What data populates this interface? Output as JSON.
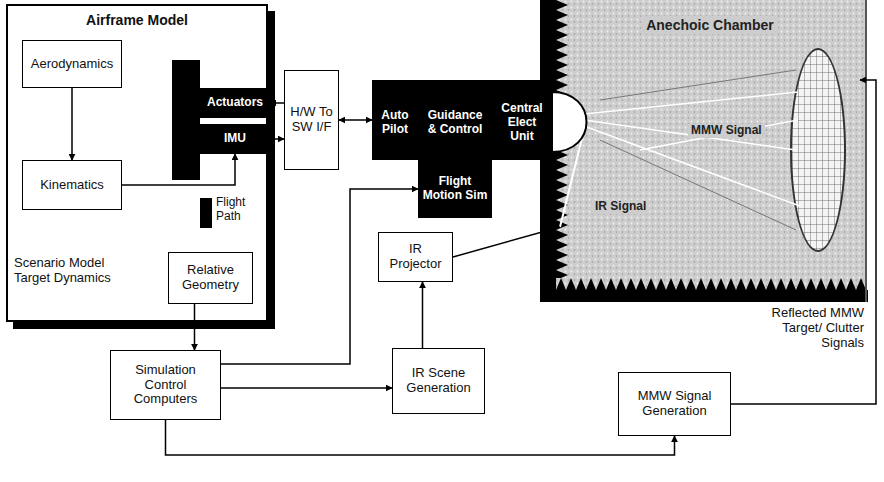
{
  "diagram": {
    "nodes": [
      {
        "text": [
          "Airframe Model"
        ]
      },
      {
        "text": [
          "Aerodynamics"
        ],
        "in": 0
      },
      {
        "text": [
          "Kinematics"
        ],
        "in": 0
      },
      {
        "text": [
          "Actuators"
        ],
        "in": 0
      },
      {
        "text": [
          "IMU"
        ],
        "in": 0
      },
      {
        "text": [
          "Relative Geometry"
        ],
        "in": 0
      },
      {
        "text": [
          "H/W To SW I/F"
        ]
      },
      {
        "text": [
          "Auto Pilot"
        ]
      },
      {
        "text": [
          "Guidance & Control"
        ]
      },
      {
        "text": [
          "Central Elect Unit"
        ]
      },
      {
        "text": [
          "Flight Motion Sim"
        ]
      },
      {
        "text": [
          "Anechoic Chamber"
        ]
      },
      {
        "text": [
          "IR Projector"
        ]
      },
      {
        "text": [
          "Simulation Control Computers"
        ]
      },
      {
        "text": [
          "IR Scene Generation"
        ]
      },
      {
        "text": [
          "MMW Signal Generation"
        ]
      }
    ],
    "edges": [
      {
        "from": 1,
        "to": 2,
        "arrow": "to"
      },
      {
        "from": 2,
        "to": 4,
        "arrow": "to"
      },
      {
        "from": 6,
        "to": 3,
        "arrow": "to"
      },
      {
        "from": 4,
        "to": 6,
        "arrow": "to"
      },
      {
        "from": 6,
        "to": 7,
        "arrow": "both"
      },
      {
        "from": 5,
        "to": 13,
        "arrow": "to"
      },
      {
        "from": 13,
        "to": 10,
        "arrow": "to"
      },
      {
        "from": 13,
        "to": 14,
        "arrow": "to"
      },
      {
        "from": 14,
        "to": 12,
        "arrow": "to"
      },
      {
        "from": 12,
        "to": 11,
        "arrow": "none"
      },
      {
        "from": 13,
        "to": 15,
        "arrow": "to"
      },
      {
        "from": 15,
        "to": 11,
        "arrow": "to"
      }
    ],
    "labels": [
      "Flight Path",
      "Scenario Model Target Dynamics",
      "MMW Signal",
      "IR Signal",
      "Reflected MMW Target/ Clutter Signals"
    ]
  }
}
